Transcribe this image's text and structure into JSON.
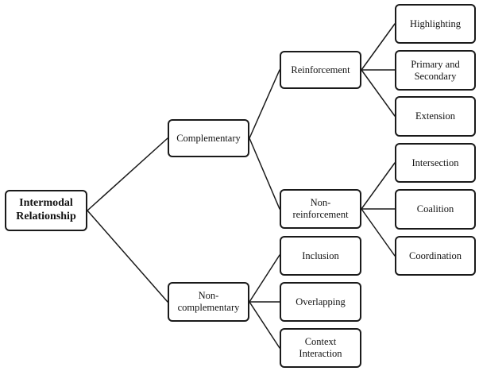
{
  "diagram": {
    "root": {
      "label": "Intermodal\nRelationship"
    },
    "complementary": {
      "label": "Complementary"
    },
    "non_complementary": {
      "label": "Non-\ncomplementary"
    },
    "reinforcement": {
      "label": "Reinforcement"
    },
    "non_reinforcement": {
      "label": "Non-\nreinforcement"
    },
    "highlighting": {
      "label": "Highlighting"
    },
    "primary_secondary": {
      "label": "Primary and\nSecondary"
    },
    "extension": {
      "label": "Extension"
    },
    "intersection": {
      "label": "Intersection"
    },
    "coalition": {
      "label": "Coalition"
    },
    "coordination": {
      "label": "Coordination"
    },
    "inclusion": {
      "label": "Inclusion"
    },
    "overlapping": {
      "label": "Overlapping"
    },
    "context_interaction": {
      "label": "Context\nInteraction"
    }
  }
}
